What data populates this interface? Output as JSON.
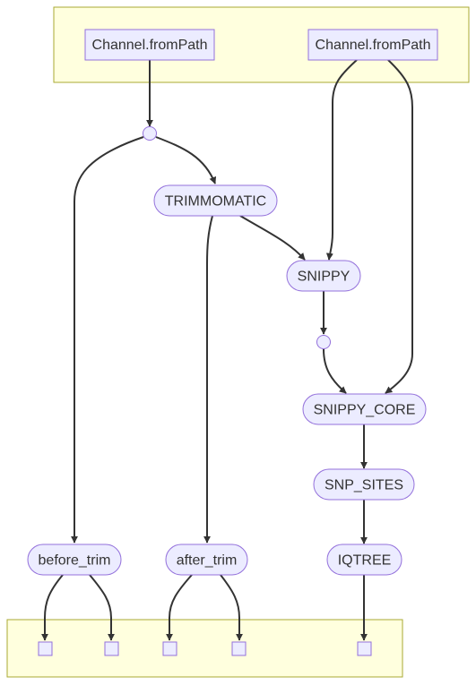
{
  "colors": {
    "cluster_fill": "#ffffde",
    "cluster_stroke": "#aaaa33",
    "node_fill": "#ececff",
    "node_stroke": "#9370db",
    "edge": "#333333",
    "text": "#333333"
  },
  "nodes": {
    "input_1": {
      "label": "Channel.fromPath",
      "shape": "rect"
    },
    "input_2": {
      "label": "Channel.fromPath",
      "shape": "rect"
    },
    "junction_1": {
      "label": "",
      "shape": "circle"
    },
    "trimmomatic": {
      "label": "TRIMMOMATIC",
      "shape": "rounded"
    },
    "snippy": {
      "label": "SNIPPY",
      "shape": "rounded"
    },
    "junction_2": {
      "label": "",
      "shape": "circle"
    },
    "snippy_core": {
      "label": "SNIPPY_CORE",
      "shape": "rounded"
    },
    "snp_sites": {
      "label": "SNP_SITES",
      "shape": "rounded"
    },
    "iqtree": {
      "label": "IQTREE",
      "shape": "rounded"
    },
    "before_trim": {
      "label": "before_trim",
      "shape": "rounded"
    },
    "after_trim": {
      "label": "after_trim",
      "shape": "rounded"
    },
    "output_1": {
      "label": "",
      "shape": "square"
    },
    "output_2": {
      "label": "",
      "shape": "square"
    },
    "output_3": {
      "label": "",
      "shape": "square"
    },
    "output_4": {
      "label": "",
      "shape": "square"
    },
    "output_5": {
      "label": "",
      "shape": "square"
    }
  },
  "edges": [
    {
      "from": "input_1",
      "to": "junction_1"
    },
    {
      "from": "junction_1",
      "to": "trimmomatic"
    },
    {
      "from": "junction_1",
      "to": "before_trim"
    },
    {
      "from": "trimmomatic",
      "to": "snippy"
    },
    {
      "from": "trimmomatic",
      "to": "after_trim"
    },
    {
      "from": "input_2",
      "to": "snippy"
    },
    {
      "from": "input_2",
      "to": "snippy_core"
    },
    {
      "from": "snippy",
      "to": "junction_2"
    },
    {
      "from": "junction_2",
      "to": "snippy_core"
    },
    {
      "from": "snippy_core",
      "to": "snp_sites"
    },
    {
      "from": "snp_sites",
      "to": "iqtree"
    },
    {
      "from": "before_trim",
      "to": "output_1"
    },
    {
      "from": "before_trim",
      "to": "output_2"
    },
    {
      "from": "after_trim",
      "to": "output_3"
    },
    {
      "from": "after_trim",
      "to": "output_4"
    },
    {
      "from": "iqtree",
      "to": "output_5"
    }
  ]
}
